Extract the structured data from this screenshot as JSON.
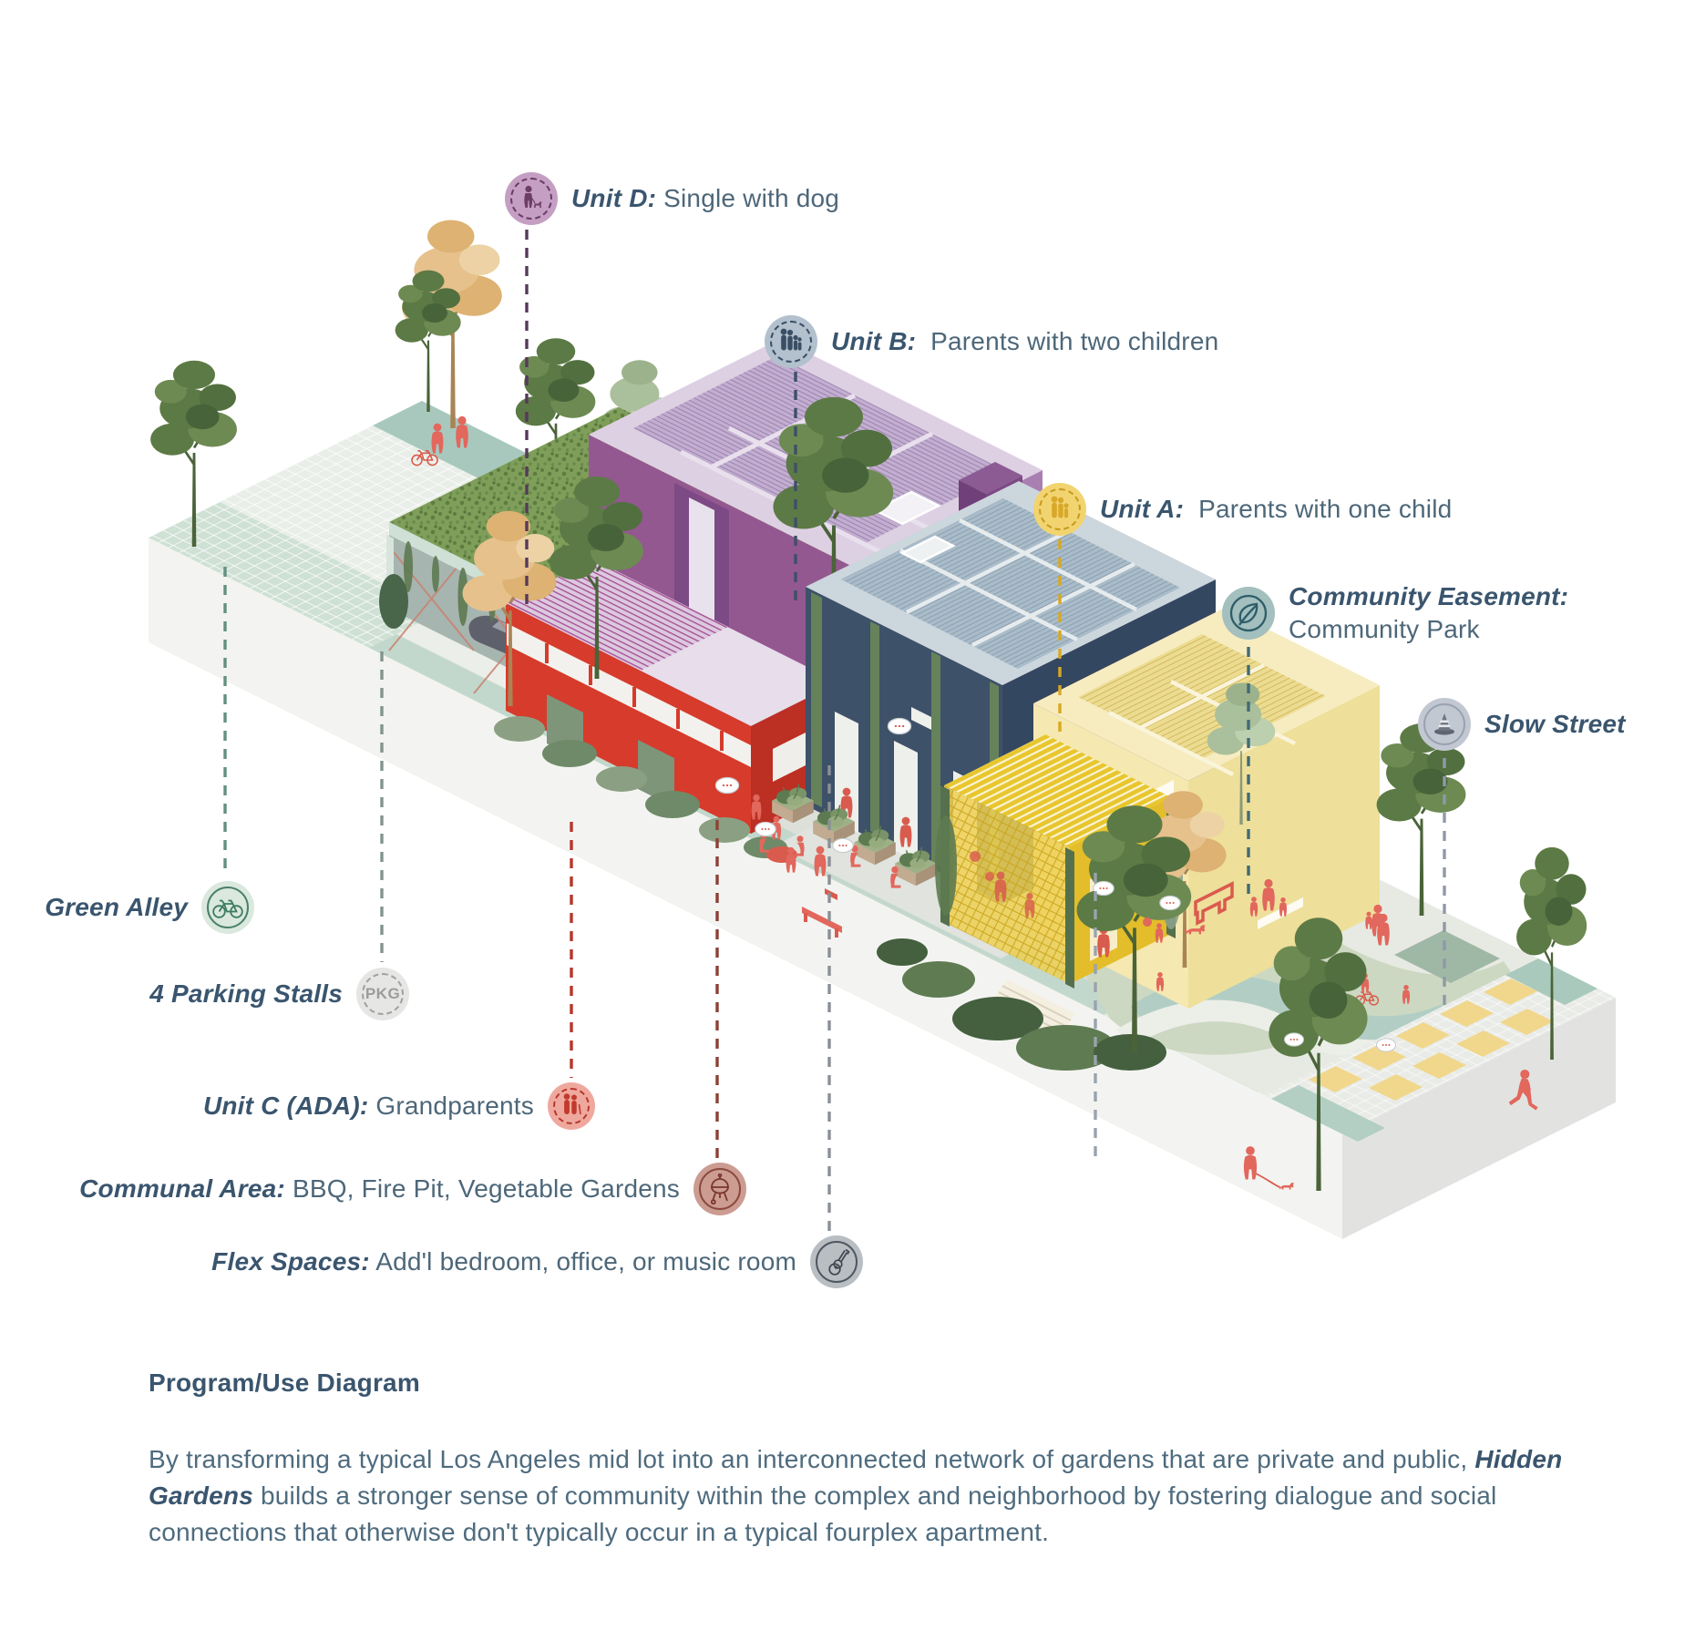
{
  "page": {
    "background": "#ffffff",
    "type": "architectural program use diagram"
  },
  "legend": {
    "items": [
      {
        "id": "unit-d",
        "label": "Unit D:",
        "description": "Single with dog",
        "icon": "person-with-dog-icon",
        "badge_bg": "#c49fc3",
        "badge_ring": "#6b3d67",
        "leader_color": "#563a5a"
      },
      {
        "id": "unit-b",
        "label": "Unit B:",
        "description": "Parents with two children",
        "icon": "family-four-icon",
        "badge_bg": "#b3c0cd",
        "badge_ring": "#3a4f66",
        "leader_color": "#3d5068"
      },
      {
        "id": "unit-a",
        "label": "Unit A:",
        "description": "Parents with one child",
        "icon": "family-three-icon",
        "badge_bg": "#f1d470",
        "badge_ring": "#c79b1f",
        "leader_color": "#d9a821"
      },
      {
        "id": "community-easement",
        "label": "Community Easement:",
        "description": "Community Park",
        "icon": "leaf-icon",
        "badge_bg": "#a3bfbe",
        "badge_ring": "none",
        "leader_color": "#416b75"
      },
      {
        "id": "slow-street",
        "label": "Slow Street",
        "description": "",
        "icon": "traffic-cone-icon",
        "badge_bg": "#c2c8d2",
        "badge_ring": "#99a2b0",
        "leader_color": "#9099a7"
      },
      {
        "id": "green-alley",
        "label": "Green Alley",
        "description": "",
        "icon": "bicycle-icon",
        "badge_bg": "#dae8de",
        "badge_ring": "#49806a",
        "leader_color": "#649081"
      },
      {
        "id": "parking",
        "label": "4 Parking Stalls",
        "description": "",
        "icon": "pkg-text-icon",
        "icon_text": "PKG",
        "badge_bg": "#e6e6e5",
        "badge_ring": "#a2a2a0",
        "leader_color": "#82948e"
      },
      {
        "id": "unit-c",
        "label": "Unit C (ADA):",
        "description": "Grandparents",
        "icon": "grandparents-icon",
        "badge_bg": "#efa89e",
        "badge_ring": "#b5382b",
        "leader_color": "#b8352b"
      },
      {
        "id": "communal-area",
        "label": "Communal Area:",
        "description": "BBQ, Fire Pit, Vegetable Gardens",
        "icon": "bbq-grill-icon",
        "badge_bg": "#cc9c92",
        "badge_ring": "#8a4a3d",
        "leader_color": "#8c4136"
      },
      {
        "id": "flex-spaces",
        "label": "Flex Spaces:",
        "description": "Add'l bedroom, office, or music room",
        "icon": "guitar-icon",
        "badge_bg": "#b9bec3",
        "badge_ring": "#4e565f",
        "leader_color": "#8a9096"
      }
    ]
  },
  "scene_palette": {
    "unit_a_yellow": "#e8c53b",
    "unit_b_navy": "#3d5168",
    "unit_c_red": "#d63b2b",
    "unit_d_purple": "#a77fb0",
    "green_roof": "#7e9e59",
    "people_red": "#e2675c",
    "mint_strip": "#a9c8bd",
    "lawn": "#ccd8c1",
    "pavement": "#e9ebe7",
    "crosswalk_yellow": "#f1d78c"
  },
  "footer": {
    "heading": "Program/Use Diagram",
    "paragraph_start": "By transforming a typical Los Angeles mid lot into an interconnected network of gardens that are private and public, ",
    "paragraph_emphasis": "Hidden Gardens",
    "paragraph_end": " builds a stronger sense of community within the complex and neighborhood by fostering dialogue and social connections that otherwise don't typically occur in a typical fourplex apartment."
  }
}
